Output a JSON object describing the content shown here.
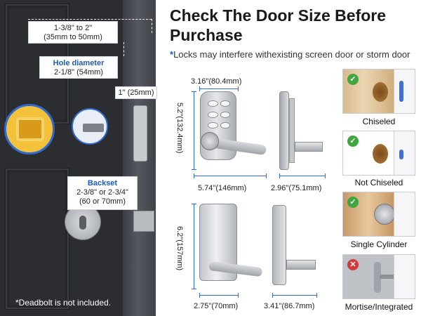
{
  "title": "Check The Door Size Before Purchase",
  "subtitle_star": "*",
  "subtitle": "Locks may interfere withexisting screen door or storm door",
  "door": {
    "size_callout": {
      "line1": "1-3/8\" to 2\"",
      "line2": "(35mm to 50mm)"
    },
    "hole_callout": {
      "label": "Hole diameter",
      "value": "2-1/8\" (54mm)"
    },
    "edge_callout": "1\" (25mm)",
    "backset_callout": {
      "label": "Backset",
      "line1": "2-3/8\" or 2-3/4\"",
      "line2": "(60 or 70mm)"
    },
    "note": "*Deadbolt is not included."
  },
  "dimensions": {
    "front_width_top": "3.16\"(80.4mm)",
    "front_height": "5.2\"(132.4mm)",
    "front_width_bottom": "5.74\"(146mm)",
    "side_depth": "2.96\"(75.1mm)",
    "back_height": "6.2\"(157mm)",
    "back_width": "2.75\"(70mm)",
    "back_depth": "3.41\"(86.7mm)"
  },
  "door_types": [
    {
      "label": "Chiseled",
      "status": "ok",
      "icon": "check-icon"
    },
    {
      "label": "Not Chiseled",
      "status": "ok",
      "icon": "check-icon"
    },
    {
      "label": "Single Cylinder",
      "status": "ok",
      "icon": "check-icon"
    },
    {
      "label": "Mortise/Integrated",
      "status": "no",
      "icon": "cross-icon"
    }
  ],
  "colors": {
    "accent": "#1d5bbf",
    "door": "#2b2d31",
    "ok": "#3ea83e",
    "no": "#d23a3a"
  }
}
